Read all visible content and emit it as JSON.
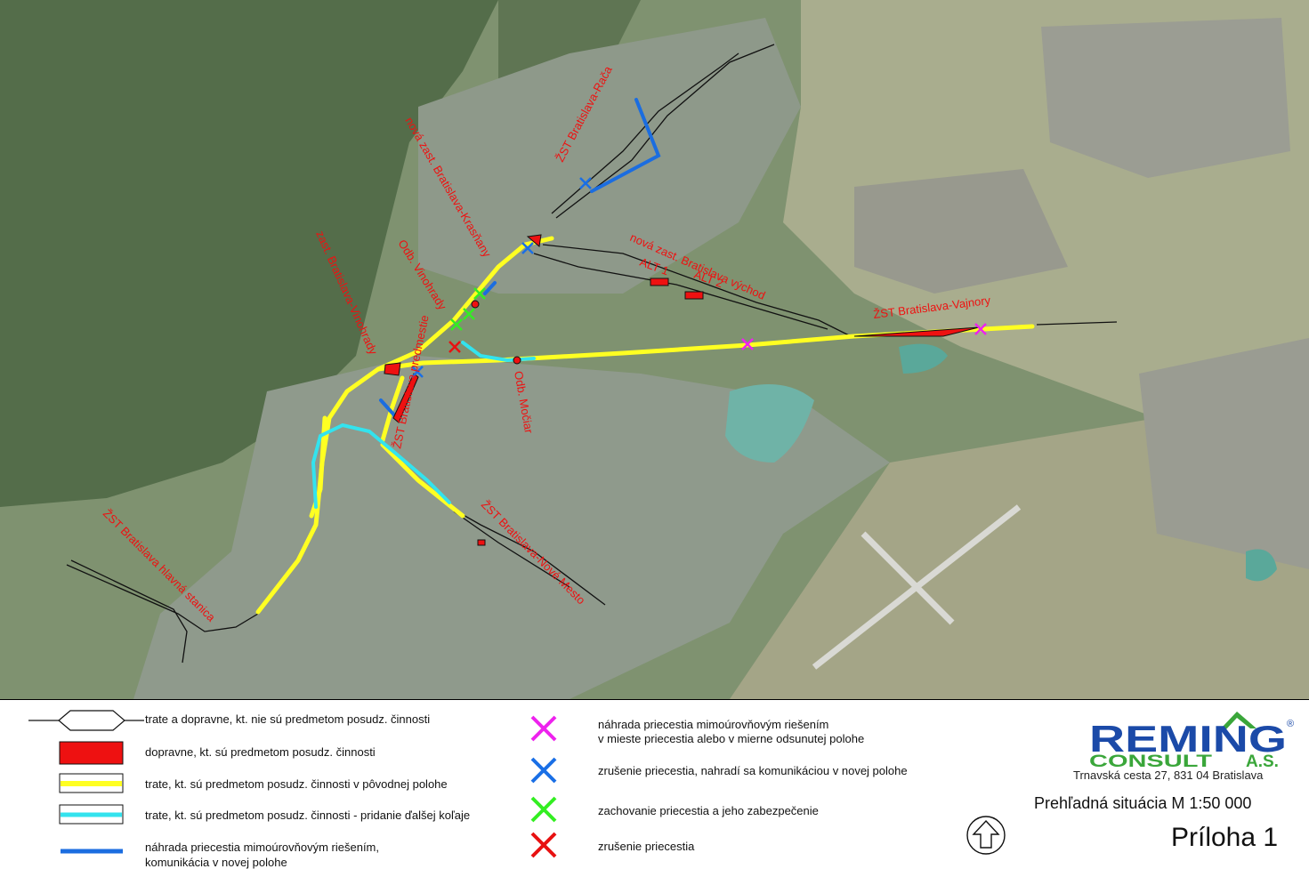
{
  "map": {
    "labels": {
      "raca": "ŽST Bratislava-Rača",
      "krasnany": "nová zast. Bratislava-Krasňany",
      "vychod": "nová zast. Bratislava východ",
      "alt1": "ALT 1",
      "alt2": "ALT 2",
      "vinohrady_odb": "Odb. Vinohrady",
      "vinohrady_zast": "zast. Bratislava-Vinohrady",
      "vajnory": "ŽST Bratislava-Vajnory",
      "predmestie": "ŽST Bratislava predmestie",
      "mociar": "Odb. Močiar",
      "hlavna": "ŽST Bratislava hlavná stanica",
      "nove_mesto": "ŽST Bratislava-Nové Mesto"
    },
    "colors": {
      "background": "#7f9270",
      "forest": "#546d4a",
      "label": "#ee1111",
      "station": "#ee1111",
      "track_existing": "#ffff22",
      "track_added": "#33e3ee",
      "road_new": "#1b6de0",
      "cross_magenta": "#ee22ee",
      "cross_blue": "#1a6fe6",
      "cross_green": "#33ee22",
      "cross_red": "#e81111"
    }
  },
  "legend": {
    "items": [
      {
        "text": "trate a dopravne, kt. nie sú predmetom posudz. činnosti"
      },
      {
        "text": "dopravne, kt. sú predmetom posudz. činnosti"
      },
      {
        "text": "trate, kt. sú predmetom posudz. činnosti v pôvodnej polohe"
      },
      {
        "text": "trate, kt. sú predmetom posudz. činnosti - pridanie ďalšej koľaje"
      },
      {
        "line1": "náhrada priecestia mimoúrovňovým riešením,",
        "line2": "komunikácia v novej polohe"
      }
    ],
    "crosses": [
      {
        "line1": "náhrada priecestia mimoúrovňovým riešením",
        "line2": "v mieste priecestia alebo v mierne odsunutej polohe",
        "color": "#ee22ee"
      },
      {
        "text": "zrušenie priecestia, nahradí sa komunikáciou v novej polohe",
        "color": "#1a6fe6"
      },
      {
        "text": "zachovanie priecestia a jeho zabezpečenie",
        "color": "#33ee22"
      },
      {
        "text": "zrušenie priecestia",
        "color": "#e81111"
      }
    ]
  },
  "company": {
    "logo_top": "REMING",
    "logo_bottom": "CONSULT",
    "logo_suffix": "A.S.",
    "registered": "®",
    "address": "Trnavská cesta 27, 831 04 Bratislava",
    "logo_color": "#1b4aa8",
    "accent_color": "#3aa63a"
  },
  "sheet": {
    "overview": "Prehľadná situácia M 1:50 000",
    "annex": "Príloha 1"
  }
}
